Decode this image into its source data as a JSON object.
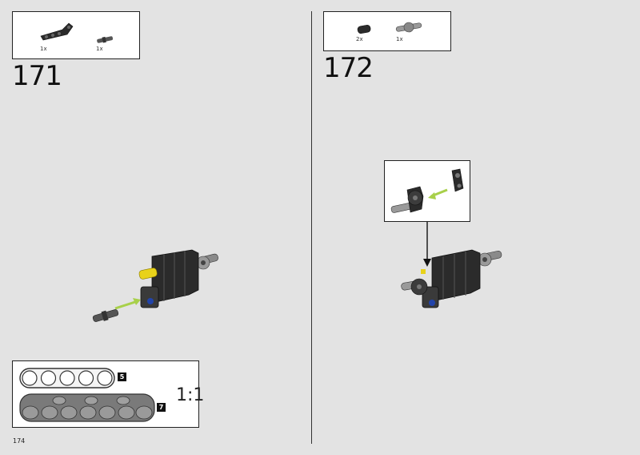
{
  "page": {
    "number": "174"
  },
  "step171": {
    "number": "171",
    "parts": [
      {
        "name": "bent-beam-black",
        "quantity": "1x"
      },
      {
        "name": "axle-pin-dark-grey",
        "quantity": "1x"
      }
    ]
  },
  "step172": {
    "number": "172",
    "parts": [
      {
        "name": "connector-black",
        "quantity": "2x"
      },
      {
        "name": "axle-joint-grey",
        "quantity": "1x"
      }
    ]
  },
  "reference": {
    "beam_white_length": "5",
    "beam_grey_length": "7",
    "scale": "1:1"
  },
  "colors": {
    "background": "#e3e3e3",
    "part_black": "#2b2b2b",
    "part_grey": "#7a7a7a",
    "highlight_yellow": "#e8d21a",
    "arrow_green": "#a8d04a"
  }
}
